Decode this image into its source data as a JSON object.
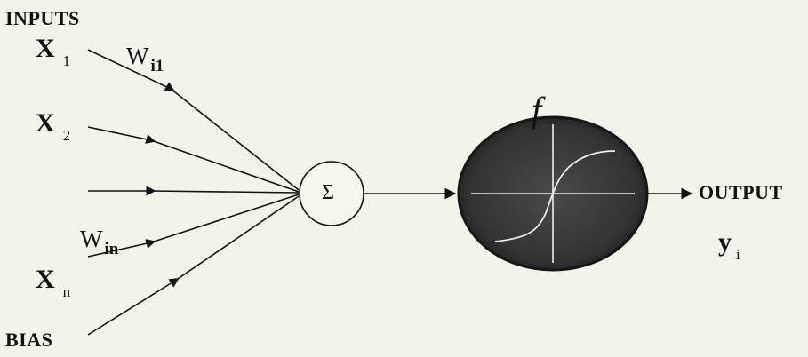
{
  "labels": {
    "inputs": "INPUTS",
    "bias": "BIAS",
    "output": "OUTPUT",
    "x1": {
      "base": "X",
      "sub": "1"
    },
    "x2": {
      "base": "X",
      "sub": "2"
    },
    "xn": {
      "base": "X",
      "sub": "n"
    },
    "wi1": {
      "base": "W",
      "sub": "i1"
    },
    "win": {
      "base": "W",
      "sub": "in"
    },
    "yi": {
      "base": "y",
      "sub": "i"
    },
    "sum_symbol": "Σ",
    "activation": "f"
  },
  "colors": {
    "background": "#f4f3ea",
    "stroke": "#111111",
    "activation_fill": "#3b3b3b",
    "curve": "#eeeeee"
  },
  "icons": {
    "sum_node": "summation-circle-icon",
    "activation_node": "sigmoid-activation-icon"
  }
}
